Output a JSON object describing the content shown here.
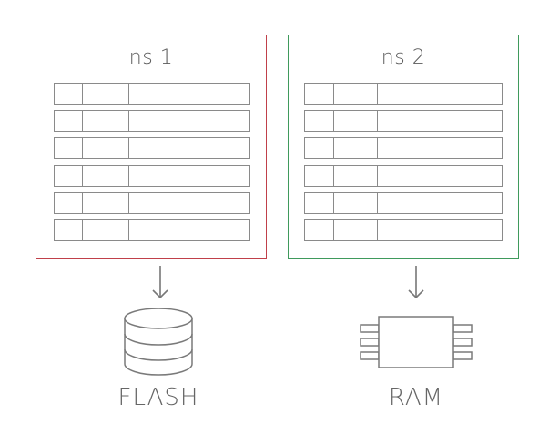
{
  "panels": [
    {
      "title": "ns 1",
      "border_color": "#c0404a"
    },
    {
      "title": "ns 2",
      "border_color": "#3f9a5c"
    }
  ],
  "devices": [
    {
      "label": "FLASH",
      "icon": "database-icon"
    },
    {
      "label": "RAM",
      "icon": "chip-icon"
    }
  ],
  "rows_per_panel": 6
}
